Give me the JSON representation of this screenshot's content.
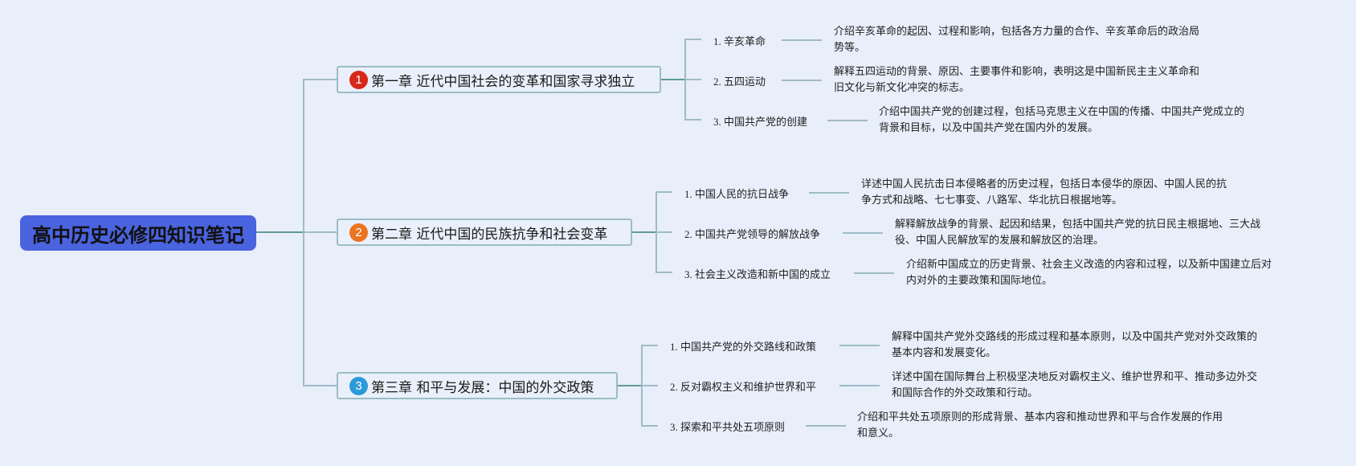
{
  "root": {
    "title": "高中历史必修四知识笔记"
  },
  "colors": {
    "root_bg": "#4a63de",
    "line": "#9dbcc6",
    "line_dark": "#5f9a98",
    "badge1": "#d8281a",
    "badge2": "#ea7420",
    "badge3": "#2a9ad8"
  },
  "chapters": [
    {
      "badge": "1",
      "title": "第一章 近代中国社会的变革和国家寻求独立",
      "topics": [
        {
          "num": "1.",
          "label": "辛亥革命",
          "desc_line1": "介绍辛亥革命的起因、过程和影响，包括各方力量的合作、辛亥革命后的政治局",
          "desc_line2": "势等。"
        },
        {
          "num": "2.",
          "label": "五四运动",
          "desc_line1": "解释五四运动的背景、原因、主要事件和影响，表明这是中国新民主主义革命和",
          "desc_line2": "旧文化与新文化冲突的标志。"
        },
        {
          "num": "3.",
          "label": "中国共产党的创建",
          "desc_line1": "介绍中国共产党的创建过程，包括马克思主义在中国的传播、中国共产党成立的",
          "desc_line2": "背景和目标，以及中国共产党在国内外的发展。"
        }
      ]
    },
    {
      "badge": "2",
      "title": "第二章 近代中国的民族抗争和社会变革",
      "topics": [
        {
          "num": "1.",
          "label": "中国人民的抗日战争",
          "desc_line1": "详述中国人民抗击日本侵略者的历史过程，包括日本侵华的原因、中国人民的抗",
          "desc_line2": "争方式和战略、七七事变、八路军、华北抗日根据地等。"
        },
        {
          "num": "2.",
          "label": "中国共产党领导的解放战争",
          "desc_line1": "解释解放战争的背景、起因和结果，包括中国共产党的抗日民主根据地、三大战",
          "desc_line2": "役、中国人民解放军的发展和解放区的治理。"
        },
        {
          "num": "3.",
          "label": "社会主义改造和新中国的成立",
          "desc_line1": "介绍新中国成立的历史背景、社会主义改造的内容和过程，以及新中国建立后对",
          "desc_line2": "内对外的主要政策和国际地位。"
        }
      ]
    },
    {
      "badge": "3",
      "title": "第三章 和平与发展：中国的外交政策",
      "topics": [
        {
          "num": "1.",
          "label": "中国共产党的外交路线和政策",
          "desc_line1": "解释中国共产党外交路线的形成过程和基本原则，以及中国共产党对外交政策的",
          "desc_line2": "基本内容和发展变化。"
        },
        {
          "num": "2.",
          "label": "反对霸权主义和维护世界和平",
          "desc_line1": "详述中国在国际舞台上积极坚决地反对霸权主义、维护世界和平、推动多边外交",
          "desc_line2": "和国际合作的外交政策和行动。"
        },
        {
          "num": "3.",
          "label": "探索和平共处五项原则",
          "desc_line1": "介绍和平共处五项原则的形成背景、基本内容和推动世界和平与合作发展的作用",
          "desc_line2": "和意义。"
        }
      ]
    }
  ]
}
